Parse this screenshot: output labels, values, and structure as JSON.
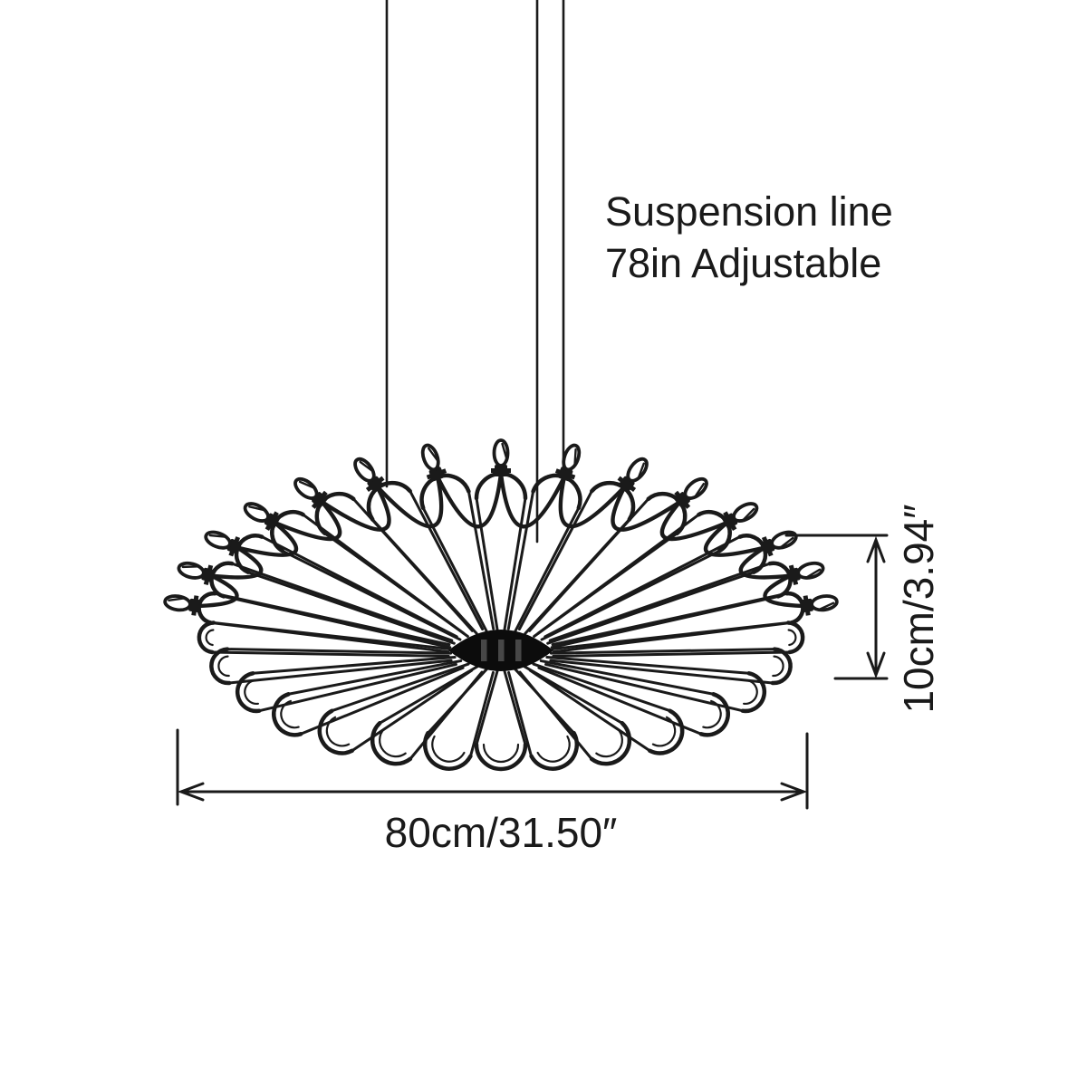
{
  "note": {
    "line1": "Suspension line",
    "line2": "78in Adjustable"
  },
  "dimensions": {
    "height_label": "10cm/3.94″",
    "width_label": "80cm/31.50″"
  },
  "colors": {
    "ink": "#1a1a1a",
    "background": "#ffffff",
    "lens_fill": "#0c0c0c",
    "lens_highlight": "#474747"
  }
}
